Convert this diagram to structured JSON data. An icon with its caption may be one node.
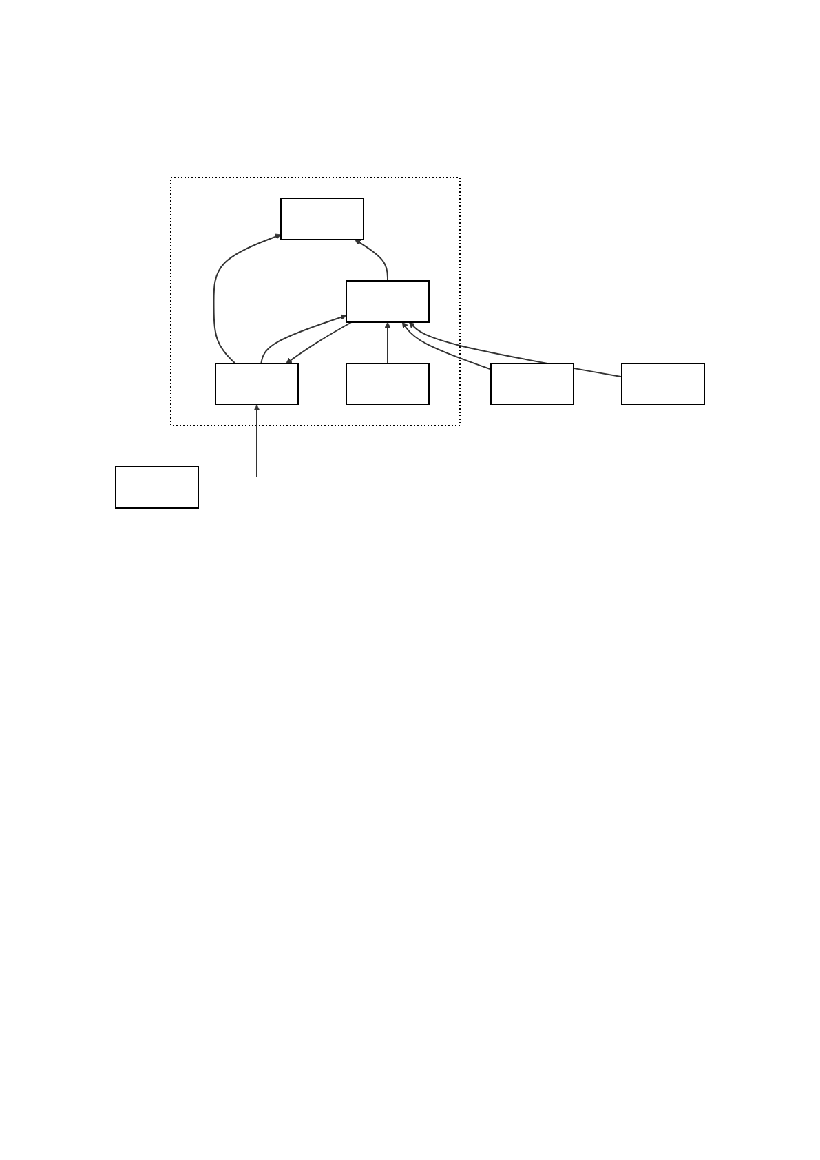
{
  "diagram": {
    "nodes": [
      {
        "text": [],
        "shape": "box"
      },
      {
        "text": [],
        "shape": "box"
      },
      {
        "text": [],
        "shape": "box",
        "in": 1
      },
      {
        "text": [],
        "shape": "box",
        "in": 1
      },
      {
        "text": [],
        "shape": "box",
        "in": 1
      },
      {
        "text": [],
        "shape": "box"
      },
      {
        "text": [],
        "shape": "box",
        "in": 1
      },
      {
        "text": [],
        "shape": "box"
      }
    ],
    "edges": [
      {
        "from": 3,
        "to": 2,
        "arrow": "to"
      },
      {
        "from": 4,
        "to": 3,
        "arrow": "to"
      },
      {
        "from": 3,
        "to": 4,
        "arrow": "to"
      },
      {
        "from": 4,
        "to": 2,
        "arrow": "to"
      },
      {
        "from": 5,
        "to": 4,
        "arrow": "to"
      },
      {
        "from": 6,
        "to": 4,
        "arrow": "to"
      },
      {
        "from": 7,
        "to": 4,
        "arrow": "to"
      },
      {
        "from": null,
        "to": 3,
        "arrow": "to"
      }
    ]
  }
}
